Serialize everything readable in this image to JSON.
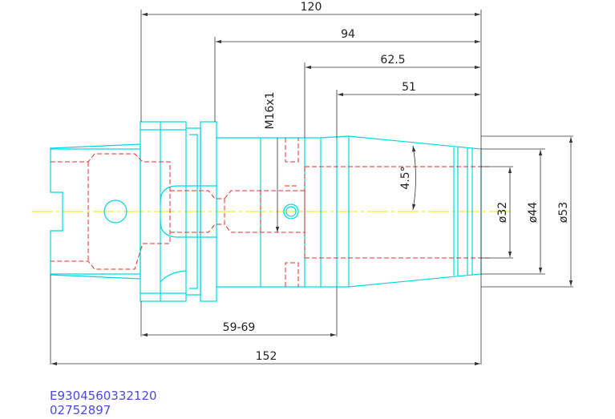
{
  "dimensions": {
    "d120": "120",
    "d94": "94",
    "d62_5": "62.5",
    "d51": "51",
    "thread": "M16x1",
    "angle": "4.5°",
    "dia32": "ø32",
    "dia44": "ø44",
    "dia53": "ø53",
    "d59_69": "59-69",
    "d152": "152"
  },
  "codes": {
    "line1": "E9304560332120",
    "line2": "02752897"
  },
  "colors": {
    "outline": "#00d7e0",
    "hidden": "#e03030",
    "center": "#e8e800",
    "dimension": "#333333",
    "code_text": "#4a4adc"
  }
}
